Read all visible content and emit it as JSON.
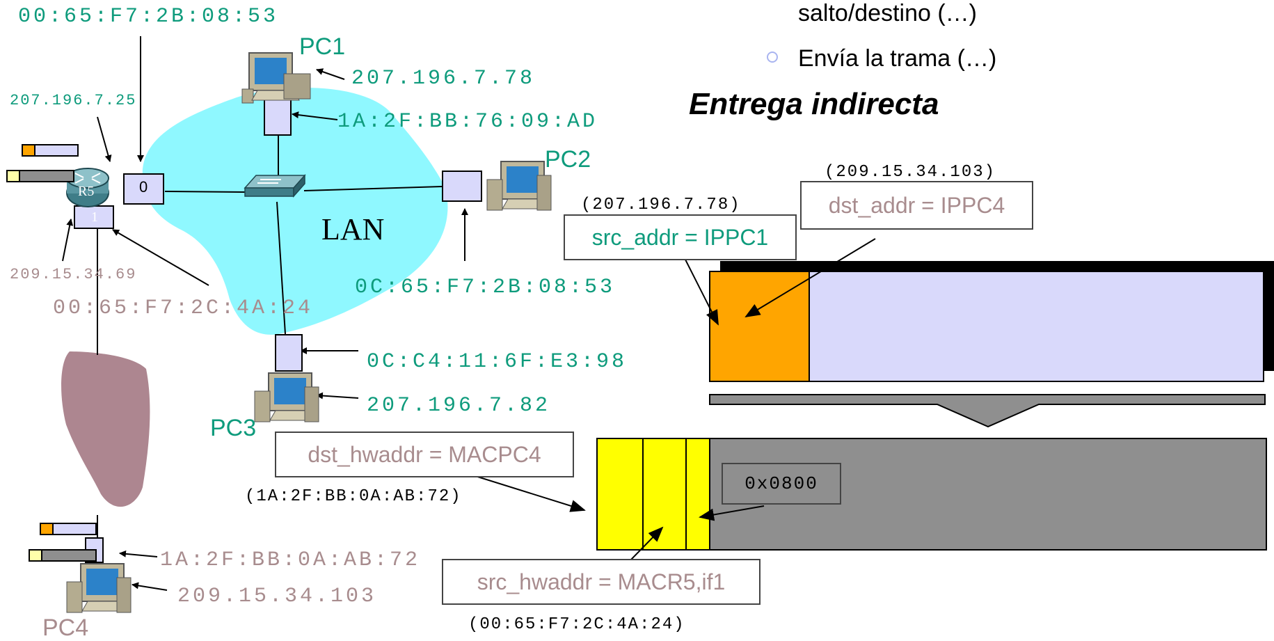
{
  "colors": {
    "teal": "#0e9b7c",
    "mauve": "#a88c8e",
    "orange": "#ffa500",
    "lavender": "#d9d9fb",
    "yellow": "#ffff00",
    "gray": "#8f8f8f",
    "cyan": "#8ff8ff",
    "cloud": "#ad8690"
  },
  "header": {
    "bullet1": "salto/destino (…)",
    "bullet2": "Envía la trama (…)",
    "title": "Entrega indirecta"
  },
  "network": {
    "r5_mac_if0": "00:65:F7:2B:08:53",
    "r5_ip_if0": "207.196.7.25",
    "r5_name": "R5",
    "r5_if0": "0",
    "r5_if1": "1",
    "r5_ip_if1": "209.15.34.69",
    "r5_mac_if1": "00:65:F7:2C:4A:24",
    "lan_label": "LAN",
    "pc1": {
      "name": "PC1",
      "ip": "207.196.7.78",
      "mac": "1A:2F:BB:76:09:AD"
    },
    "pc2": {
      "name": "PC2",
      "mac": "0C:65:F7:2B:08:53"
    },
    "pc3": {
      "name": "PC3",
      "mac": "0C:C4:11:6F:E3:98",
      "ip": "207.196.7.82"
    },
    "pc4": {
      "name": "PC4",
      "mac": "1A:2F:BB:0A:AB:72",
      "ip": "209.15.34.103"
    }
  },
  "packet": {
    "dst_addr_value": "(209.15.34.103)",
    "dst_addr_label": "dst_addr = IPPC4",
    "src_addr_value": "(207.196.7.78)",
    "src_addr_label": "src_addr = IPPC1"
  },
  "frame": {
    "dst_hwaddr_label": "dst_hwaddr = MACPC4",
    "dst_hwaddr_value": "(1A:2F:BB:0A:AB:72)",
    "type_value": "0x0800",
    "src_hwaddr_label": "src_hwaddr = MACR5,if1",
    "src_hwaddr_value": "(00:65:F7:2C:4A:24)"
  }
}
